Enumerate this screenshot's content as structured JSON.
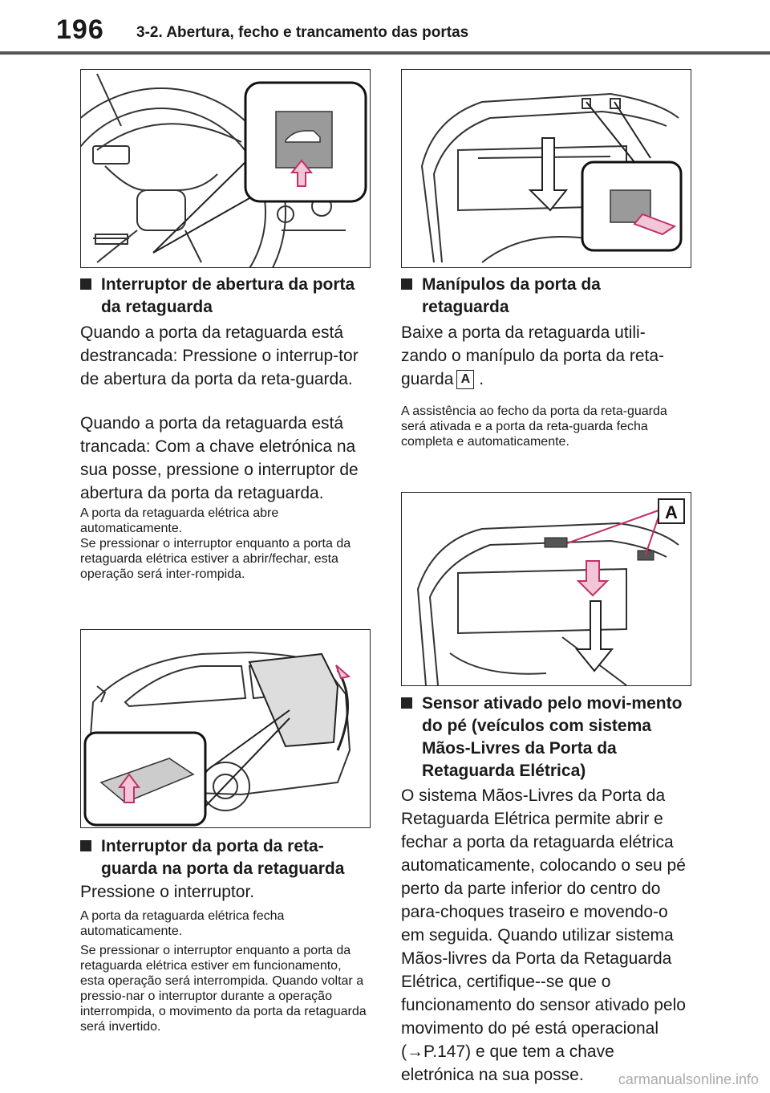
{
  "header": {
    "page_number": "196",
    "section_title": "3-2. Abertura, fecho e trancamento das portas"
  },
  "figures": {
    "dash_switch": "dashboard-tailgate-switch-illustration",
    "handles_open": "tailgate-handles-illustration",
    "car_rear": "car-rear-tailgate-switch-illustration",
    "handles_callout": "tailgate-handles-callout-illustration",
    "callout_label": "A"
  },
  "left": {
    "h1": "Interruptor de abertura da porta da retaguarda",
    "p1": "Quando a porta da retaguarda está destrancada: Pressione o interrup-tor de abertura da porta da reta-guarda.",
    "p2": "Quando a porta da retaguarda está trancada: Com a chave eletrónica na sua posse, pressione o interruptor de abertura da porta da retaguarda.",
    "s1": "A porta da retaguarda elétrica abre automaticamente.\nSe pressionar o interruptor enquanto a porta da retaguarda elétrica estiver a abrir/fechar, esta operação será inter-rompida.",
    "h2": "Interruptor da porta da reta-guarda na porta da retaguarda",
    "p3": "Pressione o interruptor.",
    "s2": "A porta da retaguarda elétrica fecha automaticamente.",
    "s3": "Se pressionar o interruptor enquanto a porta da retaguarda elétrica estiver em funcionamento, esta operação será interrompida. Quando voltar a pressio-nar o interruptor durante a operação interrompida, o movimento da porta da retaguarda será invertido."
  },
  "right": {
    "h1": "Manípulos da porta da retaguarda",
    "p1a": "Baixe a porta da retaguarda utili-zando o manípulo da porta da reta-",
    "p1b": "guarda",
    "p1_label": "A",
    "p1c": ".",
    "s1": "A assistência ao fecho da porta da reta-guarda será ativada e a porta da reta-guarda fecha completa e automaticamente.",
    "h2": "Sensor ativado pelo movi-mento do pé (veículos com sistema Mãos-Livres da Porta da Retaguarda Elétrica)",
    "p2": "O sistema Mãos-Livres da Porta da Retaguarda Elétrica permite abrir e fechar a porta da retaguarda elétrica automaticamente, colocando o seu pé perto da parte inferior do centro do para-choques traseiro e movendo-o em seguida. Quando utilizar sistema Mãos-livres da Porta da Retaguarda Elétrica, certifique--se que o funcionamento do sensor ativado pelo movimento do pé está operacional (→P.147) e que tem a chave eletrónica na sua posse."
  },
  "footer": {
    "watermark": "carmanualsonline.info"
  },
  "colors": {
    "arrow_pink": "#f2c6d6",
    "arrow_stroke": "#c0306a",
    "switch_gray": "#9a9a9a"
  }
}
